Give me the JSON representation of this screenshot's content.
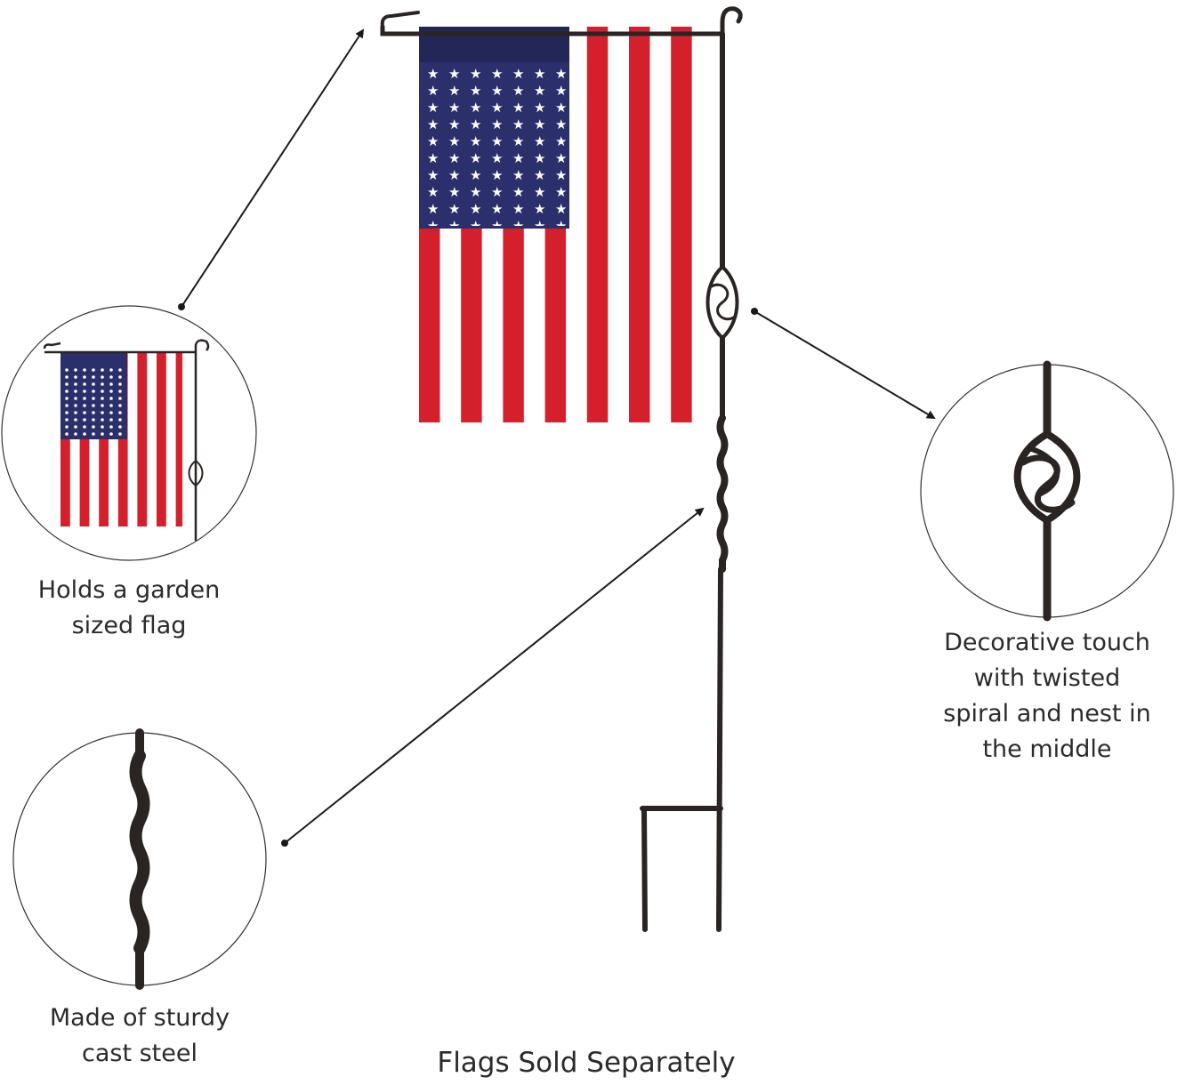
{
  "features": [
    {
      "id": "garden-flag",
      "lines": [
        "Holds a garden",
        "sized flag"
      ]
    },
    {
      "id": "decorative-nest",
      "lines": [
        "Decorative touch",
        "with twisted",
        "spiral and nest in",
        "the middle"
      ]
    },
    {
      "id": "cast-steel",
      "lines": [
        "Made of sturdy",
        "cast steel"
      ]
    }
  ],
  "footer": "Flags Sold Separately",
  "colors": {
    "red": "#d4202c",
    "blue": "#2b2f6b",
    "white": "#ffffff",
    "steel": "#2a2523",
    "text": "#2b2b2b"
  }
}
